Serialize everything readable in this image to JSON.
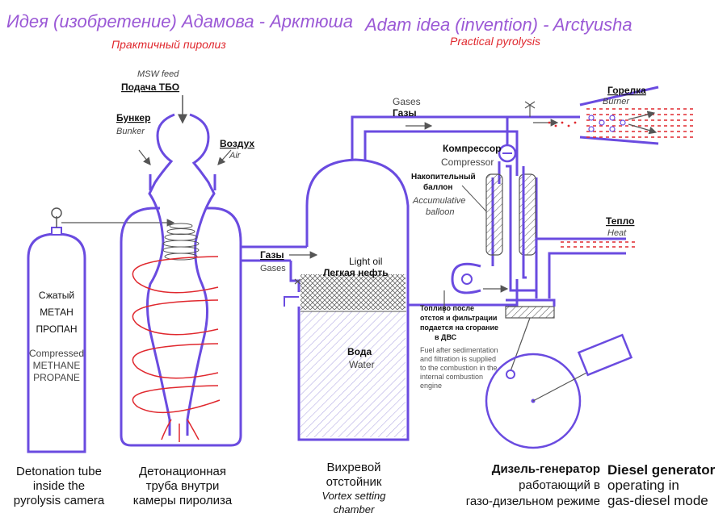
{
  "title_ru": "Идея (изобретение) Адамова - Арктюша",
  "title_en": "Adam idea (invention) - Arctyusha",
  "subtitle_ru": "Практичный пиролиз",
  "subtitle_en": "Practical pyrolysis",
  "labels": {
    "msw_en": "MSW feed",
    "msw_ru": "Подача ТБО",
    "bunker_ru": "Бункер",
    "bunker_en": "Bunker",
    "air_ru": "Воздух",
    "air_en": "Air",
    "gases_top_en": "Gases",
    "gases_top_ru": "Газы",
    "burner_ru": "Горелка",
    "burner_en": "Burner",
    "compressor_ru": "Компрессор",
    "compressor_en": "Compressor",
    "balloon_ru_1": "Накопительный",
    "balloon_ru_2": "баллон",
    "balloon_en_1": "Accumulative",
    "balloon_en_2": "balloon",
    "heat_ru": "Тепло",
    "heat_en": "Heat",
    "gases_mid_ru": "Газы",
    "gases_mid_en": "Gases",
    "light_oil_en": "Light oil",
    "light_oil_ru": "Легкая нефть",
    "water_ru": "Вода",
    "water_en": "Water",
    "fuel_ru_1": "Топливо после",
    "fuel_ru_2": "отстоя и фильтрации",
    "fuel_ru_3": "подается на сгорание",
    "fuel_ru_4": "в ДВС",
    "fuel_en_1": "Fuel after sedimentation",
    "fuel_en_2": "and filtration is supplied",
    "fuel_en_3": "to the combustion in the",
    "fuel_en_4": "internal combustion",
    "fuel_en_5": "engine",
    "tank_ru_1": "Сжатый",
    "tank_ru_2": "МЕТАН",
    "tank_ru_3": "ПРОПАН",
    "tank_en_1": "Compressed",
    "tank_en_2": "METHANE",
    "tank_en_3": "PROPANE"
  },
  "captions": {
    "detonation_en_1": "Detonation tube",
    "detonation_en_2": "inside the",
    "detonation_en_3": "pyrolysis camera",
    "detonation_ru_1": "Детонационная",
    "detonation_ru_2": "труба внутри",
    "detonation_ru_3": "камеры пиролиза",
    "vortex_ru_1": "Вихревой",
    "vortex_ru_2": "отстойник",
    "vortex_en_1": "Vortex setting",
    "vortex_en_2": "chamber",
    "diesel_ru_1": "Дизель-генератор",
    "diesel_ru_2": "работающий в",
    "diesel_ru_3": "газо-дизельном режиме",
    "diesel_en_1": "Diesel generator",
    "diesel_en_2": "operating in",
    "diesel_en_3": "gas-diesel mode"
  },
  "colors": {
    "pipe": "#6a4be0",
    "coil": "#e0282e",
    "title": "#9b59d6",
    "subtitle": "#e0282e"
  }
}
